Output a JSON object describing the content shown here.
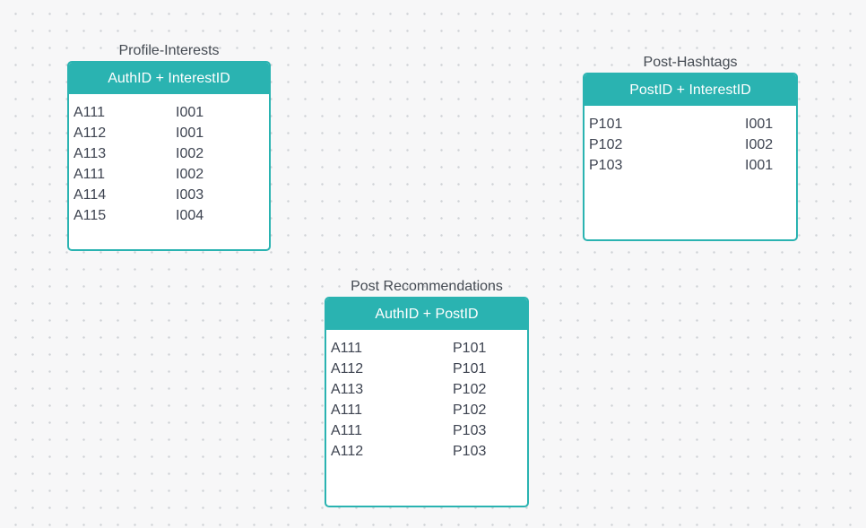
{
  "colors": {
    "accent": "#2ab3b1",
    "canvas": "#f7f7f8",
    "text": "#3d4350"
  },
  "entities": [
    {
      "title": "Profile-Interests",
      "header": "AuthID + InterestID",
      "rows": [
        [
          "A111",
          "I001"
        ],
        [
          "A112",
          "I001"
        ],
        [
          "A113",
          "I002"
        ],
        [
          "A111",
          "I002"
        ],
        [
          "A114",
          "I003"
        ],
        [
          "A115",
          "I004"
        ]
      ]
    },
    {
      "title": "Post-Hashtags",
      "header": "PostID + InterestID",
      "rows": [
        [
          "P101",
          "I001"
        ],
        [
          "P102",
          "I002"
        ],
        [
          "P103",
          "I001"
        ]
      ]
    },
    {
      "title": "Post Recommendations",
      "header": "AuthID + PostID",
      "rows": [
        [
          "A111",
          "P101"
        ],
        [
          "A112",
          "P101"
        ],
        [
          "A113",
          "P102"
        ],
        [
          "A111",
          "P102"
        ],
        [
          "A111",
          "P103"
        ],
        [
          "A112",
          "P103"
        ]
      ]
    }
  ]
}
